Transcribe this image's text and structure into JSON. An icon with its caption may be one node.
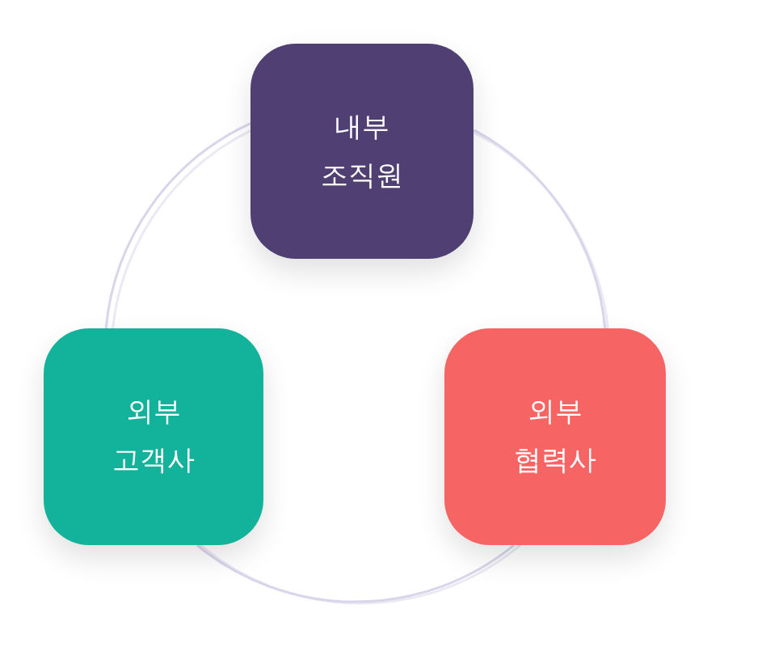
{
  "diagram": {
    "nodes": [
      {
        "text": [
          "내부 조직원"
        ]
      },
      {
        "text": [
          "외부 고객사"
        ]
      },
      {
        "text": [
          "외부 협력사"
        ]
      }
    ],
    "edges": [
      {
        "from": 0,
        "to": 2,
        "arrow": "none"
      },
      {
        "from": 2,
        "to": 1,
        "arrow": "none"
      },
      {
        "from": 1,
        "to": 0,
        "arrow": "none"
      }
    ]
  }
}
